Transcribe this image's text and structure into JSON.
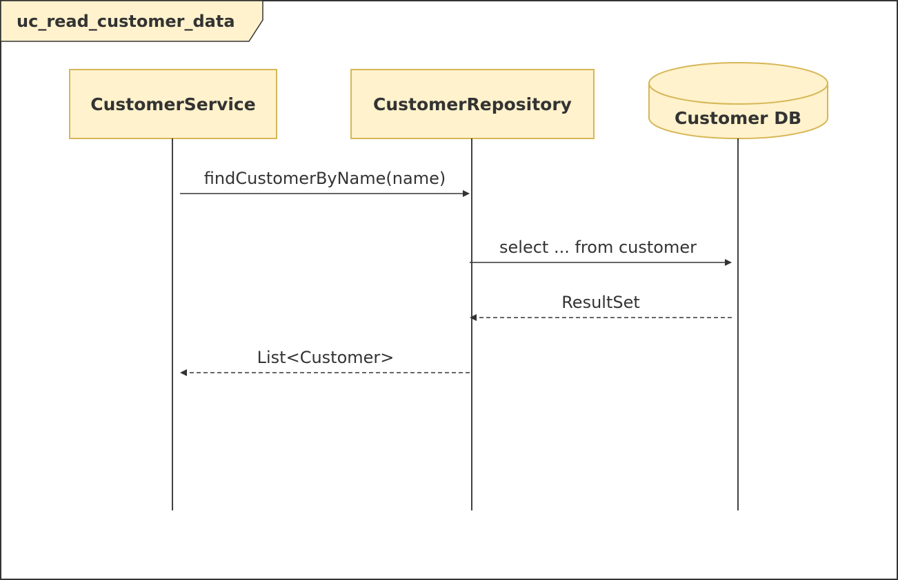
{
  "frame": {
    "title": "uc_read_customer_data"
  },
  "participants": [
    {
      "id": "service",
      "label": "CustomerService",
      "shape": "box"
    },
    {
      "id": "repository",
      "label": "CustomerRepository",
      "shape": "box"
    },
    {
      "id": "db",
      "label": "Customer DB",
      "shape": "database"
    }
  ],
  "messages": [
    {
      "label": "findCustomerByName(name)",
      "from": "service",
      "to": "repository",
      "kind": "sync"
    },
    {
      "label": "select ... from customer",
      "from": "repository",
      "to": "db",
      "kind": "sync"
    },
    {
      "label": "ResultSet",
      "from": "db",
      "to": "repository",
      "kind": "return"
    },
    {
      "label": "List<Customer>",
      "from": "repository",
      "to": "service",
      "kind": "return"
    }
  ],
  "colors": {
    "participant_fill": "#FFF2CC",
    "participant_stroke": "#D6B656",
    "line": "#000000",
    "text": "#333333"
  }
}
